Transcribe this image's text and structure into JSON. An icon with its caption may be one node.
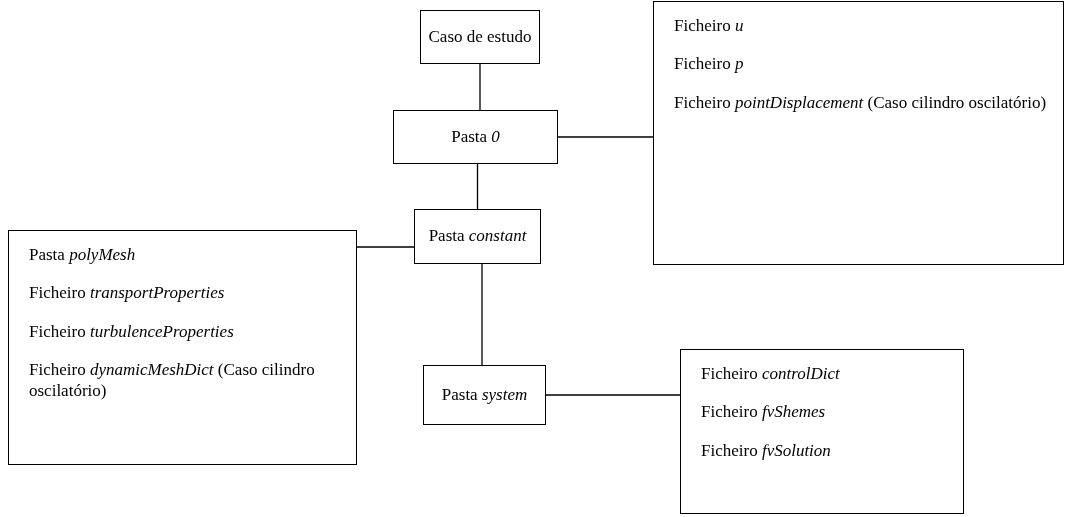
{
  "diagram": {
    "nodes": [
      {
        "text": [
          "Caso de estudo"
        ]
      },
      {
        "text": [
          "Pasta *0*"
        ]
      },
      {
        "text": [
          "Ficheiro *u*",
          "Ficheiro *p*",
          "Ficheiro *pointDisplacement* (Caso cilindro oscilatório)"
        ]
      },
      {
        "text": [
          "Pasta *polyMesh*",
          "Ficheiro *transportProperties*",
          "Ficheiro *turbulenceProperties*",
          "Ficheiro *dynamicMeshDict* (Caso cilindro oscilatório)"
        ]
      },
      {
        "text": [
          "Pasta *constant*"
        ]
      },
      {
        "text": [
          "Pasta *system*"
        ]
      },
      {
        "text": [
          "Ficheiro *controlDict*",
          "Ficheiro *fvShemes*",
          "Ficheiro *fvSolution*"
        ]
      }
    ],
    "edges": [
      {
        "from": 0,
        "to": 1,
        "arrow": "none"
      },
      {
        "from": 1,
        "to": 2,
        "arrow": "none"
      },
      {
        "from": 1,
        "to": 4,
        "arrow": "none"
      },
      {
        "from": 4,
        "to": 3,
        "arrow": "none"
      },
      {
        "from": 4,
        "to": 5,
        "arrow": "none"
      },
      {
        "from": 5,
        "to": 6,
        "arrow": "none"
      }
    ]
  }
}
